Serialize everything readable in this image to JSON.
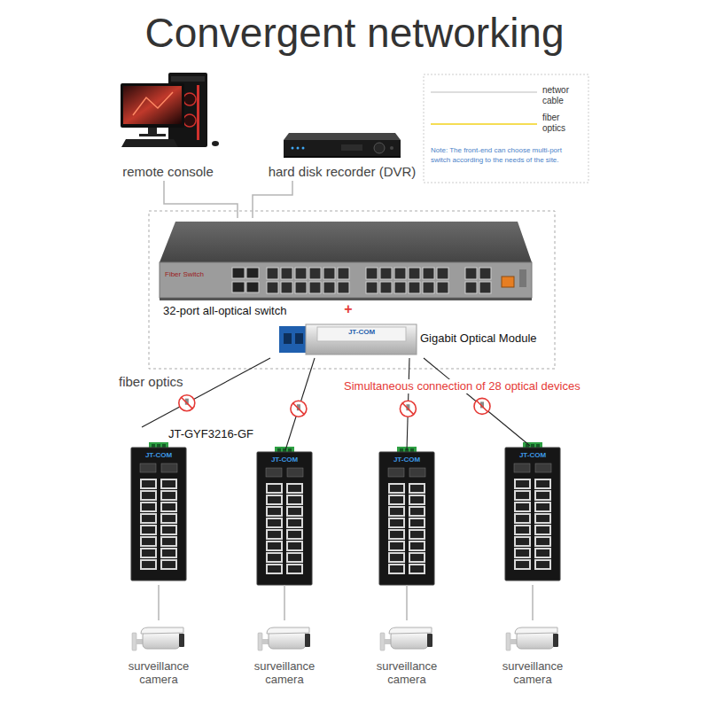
{
  "diagram": {
    "title": "Convergent networking",
    "nodes": [
      {
        "text": [
          "remote console"
        ]
      },
      {
        "text": [
          "hard disk recorder (DVR)"
        ]
      },
      {
        "text": [
          "32-port all-optical switch",
          "Fiber Switch"
        ]
      },
      {
        "text": [
          "Gigabit Optical Module",
          "JT-COM"
        ]
      },
      {
        "text": [
          "JT-GYF3216-GF",
          "JT-COM"
        ]
      },
      {
        "text": [
          "JT-COM"
        ]
      },
      {
        "text": [
          "JT-COM"
        ]
      },
      {
        "text": [
          "JT-COM"
        ]
      },
      {
        "text": [
          "surveillance camera"
        ]
      },
      {
        "text": [
          "surveillance camera"
        ]
      },
      {
        "text": [
          "surveillance camera"
        ]
      },
      {
        "text": [
          "surveillance camera"
        ]
      }
    ],
    "edges": [
      {
        "from": 0,
        "to": 2,
        "arrow": "none"
      },
      {
        "from": 1,
        "to": 2,
        "arrow": "none"
      },
      {
        "from": 3,
        "to": 4,
        "arrow": "none"
      },
      {
        "from": 3,
        "to": 5,
        "arrow": "none"
      },
      {
        "from": 3,
        "to": 6,
        "arrow": "none"
      },
      {
        "from": 3,
        "to": 7,
        "arrow": "none"
      },
      {
        "from": 4,
        "to": 8,
        "arrow": "none"
      },
      {
        "from": 5,
        "to": 9,
        "arrow": "none"
      },
      {
        "from": 6,
        "to": 10,
        "arrow": "none"
      },
      {
        "from": 7,
        "to": 11,
        "arrow": "none"
      }
    ],
    "labels": [
      "+",
      "fiber optics",
      "Simultaneous connection of 28 optical devices",
      "Note: The front-end can choose multi-port switch according to the needs of the site."
    ],
    "legend": [
      {
        "text": "networ cable"
      },
      {
        "text": "fiber optics"
      }
    ]
  }
}
